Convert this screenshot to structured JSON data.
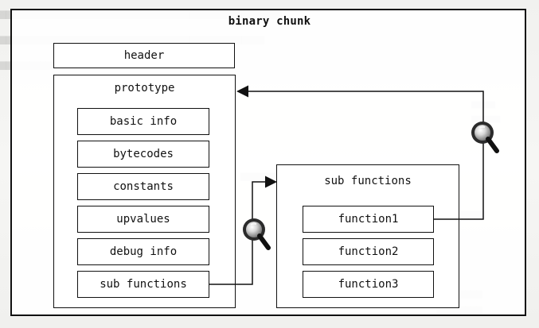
{
  "diagram": {
    "title": "binary chunk",
    "header_label": "header",
    "prototype": {
      "label": "prototype",
      "items": [
        "basic info",
        "bytecodes",
        "constants",
        "upvalues",
        "debug info",
        "sub functions"
      ]
    },
    "sub_functions": {
      "label": "sub functions",
      "items": [
        "function1",
        "function2",
        "function3"
      ]
    }
  },
  "icons": {
    "left_magnifier": "magnifying-glass-icon",
    "right_magnifier": "magnifying-glass-icon"
  }
}
